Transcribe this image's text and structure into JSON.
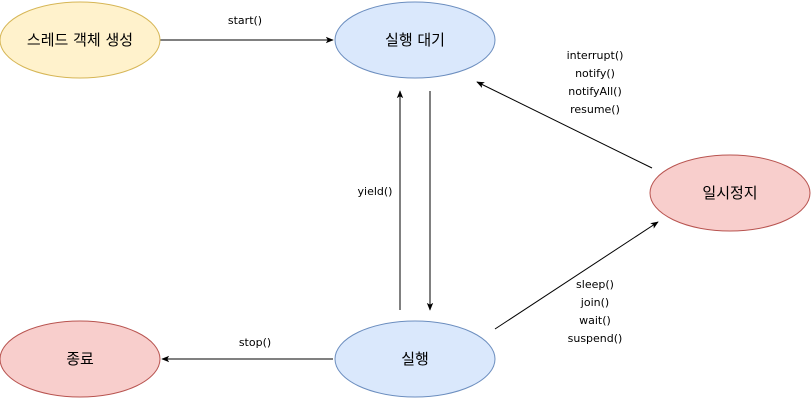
{
  "colors": {
    "yellow_fill": "#fff2cc",
    "yellow_stroke": "#d6b656",
    "blue_fill": "#dae8fc",
    "blue_stroke": "#6c8ebf",
    "red_fill": "#f8cecc",
    "red_stroke": "#b85450",
    "edge": "#000000"
  },
  "nodes": {
    "create": "스레드 객체 생성",
    "runnable": "실행 대기",
    "running": "실행",
    "paused": "일시정지",
    "terminated": "종료"
  },
  "edges": {
    "start": "start()",
    "yield": "yield()",
    "stop": "stop()",
    "to_paused": [
      "sleep()",
      "join()",
      "wait()",
      "suspend()"
    ],
    "from_paused": [
      "interrupt()",
      "notify()",
      "notifyAll()",
      "resume()"
    ]
  }
}
